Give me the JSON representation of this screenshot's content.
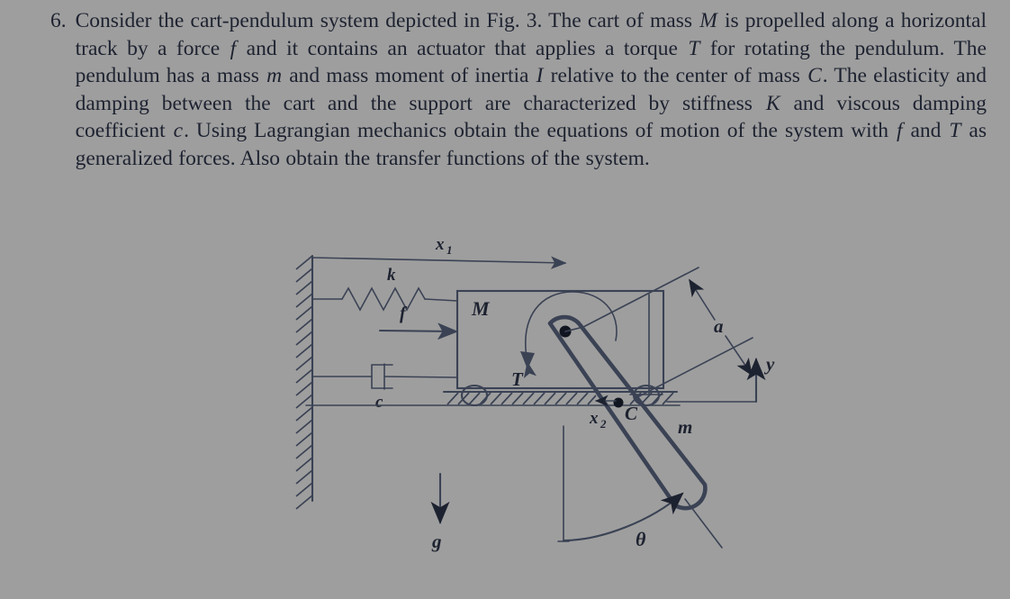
{
  "document": {
    "background_color": "#9e9e9e",
    "ink_color": "#1d2230"
  },
  "problem": {
    "number": "6.",
    "text_plain": "Consider the cart-pendulum system depicted in Fig. 3. The cart of mass M is propelled along a horizontal track by a force f and it contains an actuator that applies a torque T for rotating the pendulum. The pendulum has a mass m and mass moment of inertia I relative to the center of mass C. The elasticity and damping between the cart and the support are characterized by stiffness K and viscous damping coefficient c. Using Lagrangian mechanics obtain the equations of motion of the system with f and T as generalized forces. Also obtain the transfer functions of the system.",
    "segments": [
      {
        "t": "Consider the cart-pendulum system depicted in Fig. 3. The cart of mass ",
        "i": false
      },
      {
        "t": "M",
        "i": true
      },
      {
        "t": " is propelled along a horizontal track by a force ",
        "i": false
      },
      {
        "t": "f",
        "i": true
      },
      {
        "t": " and it contains an actuator that applies a torque ",
        "i": false
      },
      {
        "t": "T",
        "i": true
      },
      {
        "t": " for rotating the pendulum. The pendulum has a mass ",
        "i": false
      },
      {
        "t": "m",
        "i": true
      },
      {
        "t": " and mass moment of inertia ",
        "i": false
      },
      {
        "t": "I",
        "i": true
      },
      {
        "t": " relative to the center of mass ",
        "i": false
      },
      {
        "t": "C",
        "i": true
      },
      {
        "t": ". The elasticity and damping between the cart and the support are characterized by stiffness ",
        "i": false
      },
      {
        "t": "K",
        "i": true
      },
      {
        "t": " and viscous damping coefficient ",
        "i": false
      },
      {
        "t": "c",
        "i": true
      },
      {
        "t": ". Using Lagrangian mechanics obtain the equations of motion of the system with ",
        "i": false
      },
      {
        "t": "f",
        "i": true
      },
      {
        "t": " and ",
        "i": false
      },
      {
        "t": "T",
        "i": true
      },
      {
        "t": " as generalized forces. Also obtain the transfer functions of the system.",
        "i": false
      }
    ]
  },
  "figure": {
    "caption_reference": "Fig. 3",
    "description": "Schematic of a cart-pendulum system: a cart of mass M on wheels rides on a hatched ground track, connected to a hatched vertical wall by a spring k and a damper c, driven by a force f; a pendulum of mass m pivots from the cart and is driven by a torque T.",
    "labels": {
      "displacement_cart": "x",
      "displacement_cart_sub": "1",
      "displacement_pendulum": "x",
      "displacement_pendulum_sub": "2",
      "spring": "k",
      "damper": "c",
      "force": "f",
      "cart_mass": "M",
      "torque": "T",
      "pendulum_mass": "m",
      "center_of_mass": "C",
      "pivot_to_com_distance": "a",
      "vertical_axis": "y",
      "gravity": "g",
      "angle": "θ"
    },
    "components": [
      {
        "name": "wall",
        "label": ""
      },
      {
        "name": "spring",
        "label": "k"
      },
      {
        "name": "damper",
        "label": "c"
      },
      {
        "name": "applied-force-arrow",
        "label": "f"
      },
      {
        "name": "cart-body",
        "label": "M"
      },
      {
        "name": "cart-wheel-left",
        "label": ""
      },
      {
        "name": "cart-wheel-right",
        "label": ""
      },
      {
        "name": "ground",
        "label": ""
      },
      {
        "name": "torque-arrow",
        "label": "T"
      },
      {
        "name": "pendulum-rod",
        "label": "m"
      },
      {
        "name": "pivot-point",
        "label": ""
      },
      {
        "name": "center-of-mass-point",
        "label": "C"
      },
      {
        "name": "dimension-a",
        "label": "a"
      },
      {
        "name": "y-axis-arrow",
        "label": "y"
      },
      {
        "name": "gravity-arrow",
        "label": "g"
      },
      {
        "name": "angle-arc",
        "label": "θ"
      },
      {
        "name": "x1-dimension-arrow",
        "label": "x1"
      },
      {
        "name": "x2-dimension-arrow",
        "label": "x2"
      }
    ]
  }
}
